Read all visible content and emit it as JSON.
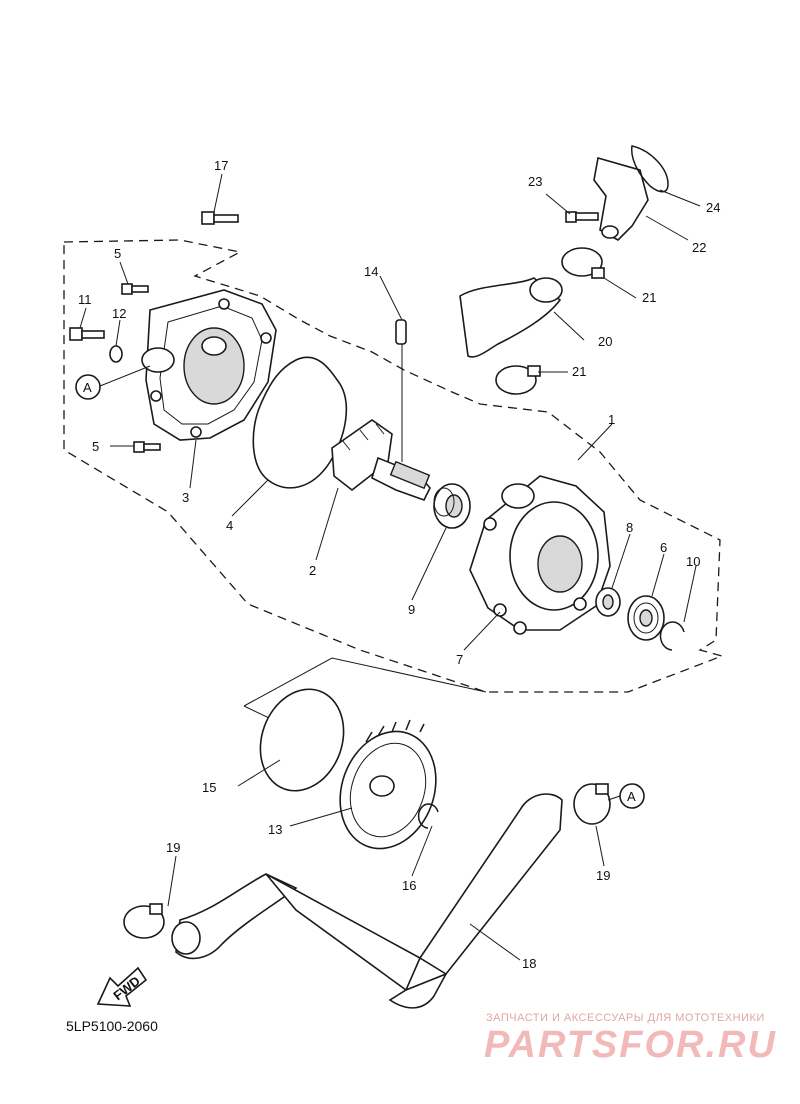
{
  "diagram": {
    "part_code": "5LP5100-2060",
    "fwd_label": "FWD",
    "ref_marker": "A",
    "callouts": [
      "1",
      "2",
      "3",
      "4",
      "5",
      "5",
      "6",
      "7",
      "8",
      "9",
      "10",
      "11",
      "12",
      "13",
      "14",
      "15",
      "16",
      "17",
      "18",
      "19",
      "19",
      "20",
      "21",
      "21",
      "22",
      "23",
      "24"
    ]
  },
  "watermark": {
    "tagline": "ЗАПЧАСТИ И АКСЕССУАРЫ ДЛЯ МОТОТЕХНИКИ",
    "logo": "PARTSFOR.RU"
  }
}
